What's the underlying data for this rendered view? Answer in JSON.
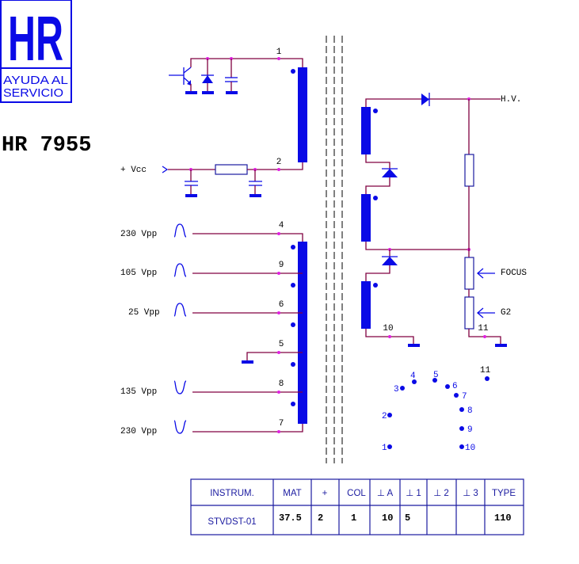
{
  "logo": {
    "big": "HR",
    "line1": "AYUDA AL",
    "line2": "SERVICIO"
  },
  "model": "HR 7955",
  "primary": {
    "pin1": "1",
    "pin2": "2",
    "vcc": "+ Vcc"
  },
  "secondary": [
    {
      "pin": "4",
      "label": "230 Vpp",
      "pulse": "positive"
    },
    {
      "pin": "9",
      "label": "105 Vpp",
      "pulse": "positive"
    },
    {
      "pin": "6",
      "label": "25 Vpp",
      "pulse": "positive"
    },
    {
      "pin": "5",
      "label": "",
      "pulse": "ground"
    },
    {
      "pin": "8",
      "label": "135 Vpp",
      "pulse": "negative"
    },
    {
      "pin": "7",
      "label": "230 Vpp",
      "pulse": "negative"
    }
  ],
  "hv": {
    "hv_label": "H.V.",
    "focus_label": "FOCUS",
    "g2_label": "G2",
    "pin10": "10",
    "pin11": "11"
  },
  "pinout": [
    "1",
    "2",
    "3",
    "4",
    "5",
    "6",
    "7",
    "8",
    "9",
    "10",
    "11"
  ],
  "table": {
    "headers": [
      "INSTRUM.",
      "MAT",
      "+",
      "COL",
      "⊥ A",
      "⊥ 1",
      "⊥ 2",
      "⊥ 3",
      "TYPE"
    ],
    "values": [
      "STVDST-01",
      "37.5",
      "2",
      "1",
      "10",
      "5",
      "",
      "",
      "110"
    ]
  },
  "colors": {
    "blue": "#0a0ae6",
    "wire": "#800040",
    "node": "#e020e0"
  }
}
